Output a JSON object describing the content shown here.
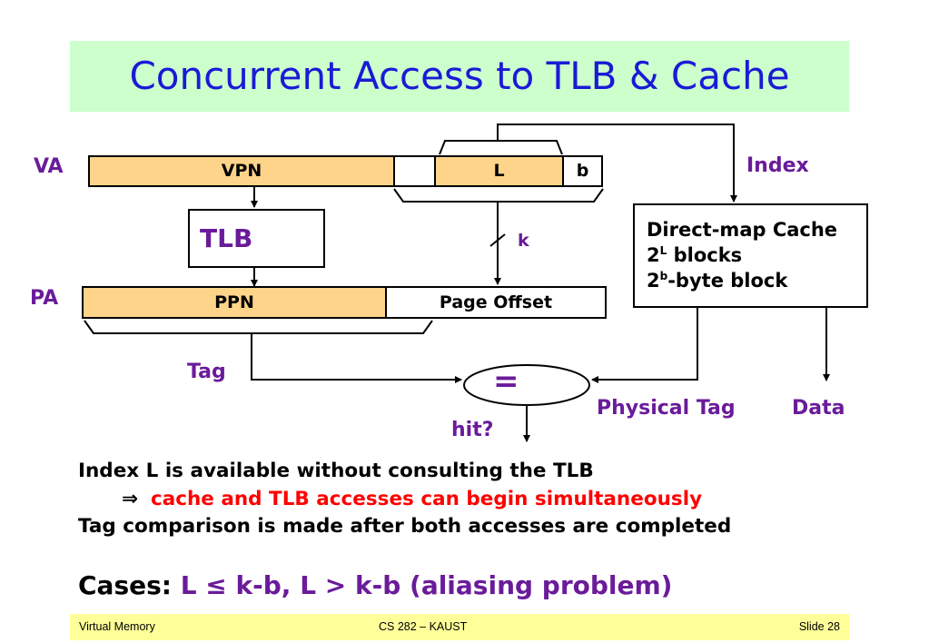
{
  "slide": {
    "title": "Concurrent Access to TLB & Cache"
  },
  "va": {
    "label": "VA",
    "vpn": "VPN",
    "l": "L",
    "b": "b"
  },
  "pa": {
    "label": "PA",
    "ppn": "PPN",
    "offset": "Page Offset"
  },
  "tlb": {
    "label": "TLB"
  },
  "labels": {
    "index": "Index",
    "k": "k",
    "tag": "Tag",
    "physical_tag": "Physical Tag",
    "data": "Data",
    "hit": "hit?",
    "equals": "="
  },
  "cache": {
    "line1": "Direct-map Cache",
    "line2_base": "2",
    "line2_sup": "L",
    "line2_rest": " blocks",
    "line3_base": "2",
    "line3_sup": "b",
    "line3_rest": "-byte block"
  },
  "notes": {
    "line1": "Index L is available without consulting the TLB",
    "arrow": "⇒",
    "line2": "cache and TLB accesses can begin simultaneously",
    "line3": "Tag comparison is made after both accesses are completed",
    "cases_label": "Cases:",
    "cases_text": "L ≤ k-b,  L > k-b (aliasing problem)"
  },
  "footer": {
    "left": "Virtual Memory",
    "center": "CS 282 – KAUST",
    "right": "Slide 28"
  },
  "colors": {
    "title": "#1a1ad6",
    "label": "#6a1b9a",
    "highlight": "#ff0000",
    "field_fill": "#fdd48a",
    "title_band": "#ccffcc",
    "footer_band": "#ffff99"
  }
}
